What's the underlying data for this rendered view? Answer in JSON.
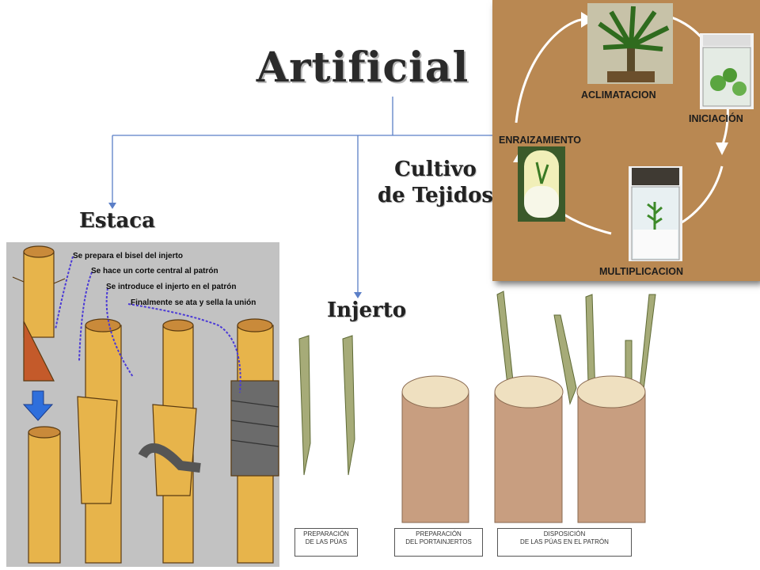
{
  "title": "Artificial",
  "branches": {
    "estaca": "Estaca",
    "cultivo_line1": "Cultivo",
    "cultivo_line2": "de Tejidos",
    "injerto": "Injerto"
  },
  "tissue_culture": {
    "stages": [
      "ACLIMATACION",
      "INICIACIÓN",
      "ENRAIZAMIENTO",
      "MULTIPLICACION"
    ]
  },
  "estaca_steps": [
    "Se prepara el bisel del injerto",
    "Se hace un corte central al patrón",
    "Se introduce el injerto en el patrón",
    "Finalmente se ata y sella la unión"
  ],
  "injerto_captions": [
    {
      "line1": "Preparación",
      "line2": "de las púas"
    },
    {
      "line1": "Preparación",
      "line2": "del portainjertos"
    },
    {
      "line1": "Disposición",
      "line2": "de las púas en el patrón"
    }
  ],
  "colors": {
    "connector": "#5b7fc7",
    "panel_brown": "#b98852",
    "panel_gray": "#c2c2c2",
    "wood": "#e7b44b",
    "arrow_blue": "#2f6fdc",
    "step_arrow": "#4b3ad6"
  }
}
